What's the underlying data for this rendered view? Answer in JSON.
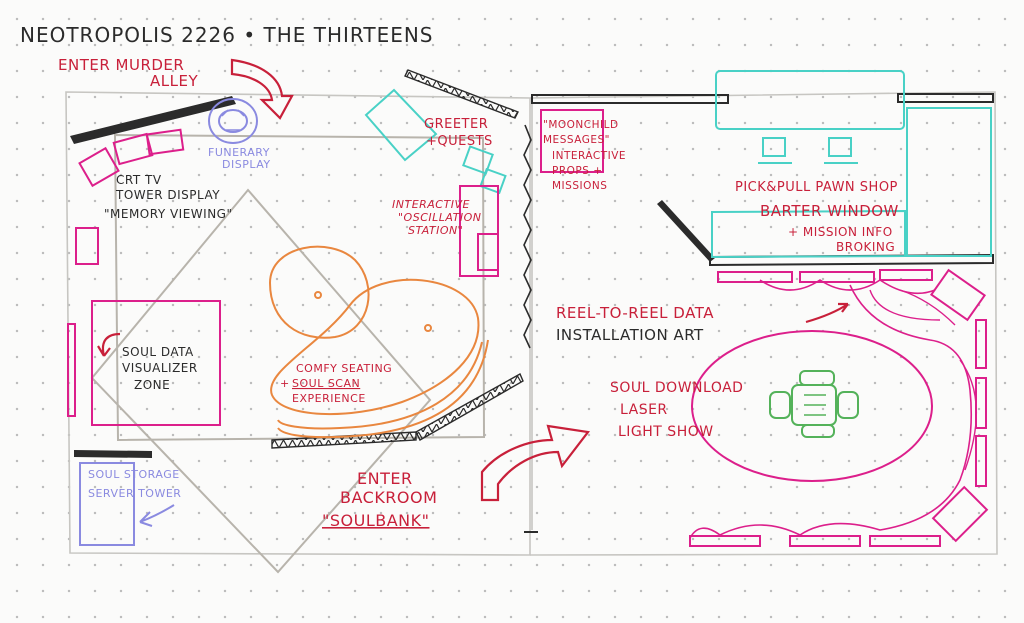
{
  "title": "NEOTROPOLIS 2226 • THE THIRTEENS",
  "colors": {
    "ink": "#2b2b2b",
    "red": "#c8203a",
    "pink": "#dc1f8b",
    "orange": "#e9873f",
    "teal": "#49d1c6",
    "purple": "#8a8ae0",
    "green": "#54b25a",
    "gray": "#b8b4ac"
  },
  "labels": {
    "enter_murder_alley_1": "ENTER MURDER",
    "enter_murder_alley_2": "ALLEY",
    "funerary_1": "FUNERARY",
    "funerary_2": "DISPLAY",
    "greeter_1": "GREETER",
    "greeter_2": "+QUESTS",
    "crt_1": "CRT TV",
    "crt_2": "TOWER DISPLAY",
    "crt_3": "\"MEMORY VIEWING\"",
    "osc_1": "INTERACTIVE",
    "osc_2": "\"OSCILLATION",
    "osc_3": "STATION\"",
    "soul_data_1": "SOUL DATA",
    "soul_data_2": "VISUALIZER",
    "soul_data_3": "ZONE",
    "comfy_1": "COMFY SEATING",
    "comfy_2a": "+",
    "comfy_2b": "SOUL SCAN",
    "comfy_3": "EXPERIENCE",
    "storage_1": "SOUL STORAGE",
    "storage_2": "SERVER TOWER",
    "backroom_1": "ENTER",
    "backroom_2": "BACKROOM",
    "backroom_3": "\"SOULBANK\"",
    "moonchild_1": "\"MOONCHILD",
    "moonchild_2": "MESSAGES\"",
    "moonchild_3": "INTERACTIVE",
    "moonchild_4": "PROPS +",
    "moonchild_5": "MISSIONS",
    "pawn_1": "PICK&PULL PAWN SHOP",
    "pawn_2": "BARTER WINDOW",
    "pawn_3": "+ MISSION INFO",
    "pawn_4": "BROKING",
    "reel_1": "REEL-TO-REEL DATA",
    "reel_2": "INSTALLATION ART",
    "laser_1": "SOUL DOWNLOAD",
    "laser_2": "LASER",
    "laser_3": "LIGHT SHOW"
  }
}
